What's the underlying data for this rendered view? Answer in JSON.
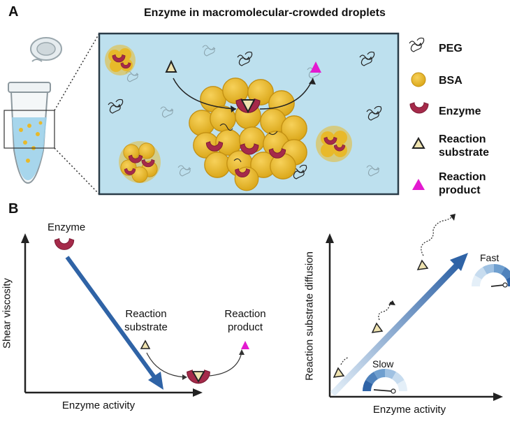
{
  "panel_a": {
    "label": "A",
    "title": "Enzyme in macromolecular-crowded droplets",
    "legend": [
      {
        "icon": "peg-icon",
        "lines": [
          "PEG"
        ]
      },
      {
        "icon": "bsa-icon",
        "lines": [
          "BSA"
        ]
      },
      {
        "icon": "enzyme-icon",
        "lines": [
          "Enzyme"
        ]
      },
      {
        "icon": "substrate-triangle-icon",
        "lines": [
          "Reaction",
          "substrate"
        ]
      },
      {
        "icon": "product-triangle-icon",
        "lines": [
          "Reaction",
          "product"
        ]
      }
    ],
    "colors": {
      "droplet_bg": "#bde0ee",
      "bsa": "#e8b92a",
      "enzyme": "#a52a4a",
      "product": "#e31ad0",
      "substrate": "#efe3b0"
    }
  },
  "panel_b": {
    "label": "B",
    "left_plot": {
      "ylabel": "Shear viscosity",
      "xlabel": "Enzyme activity",
      "enzyme_label": "Enzyme",
      "substrate_label": [
        "Reaction",
        "substrate"
      ],
      "product_label": [
        "Reaction",
        "product"
      ]
    },
    "right_plot": {
      "ylabel": "Reaction substrate diffusion",
      "xlabel": "Enzyme activity",
      "fast_label": "Fast",
      "slow_label": "Slow"
    },
    "colors": {
      "arrow": "#2f63a6",
      "gradient_light": "#dceaf5"
    }
  }
}
